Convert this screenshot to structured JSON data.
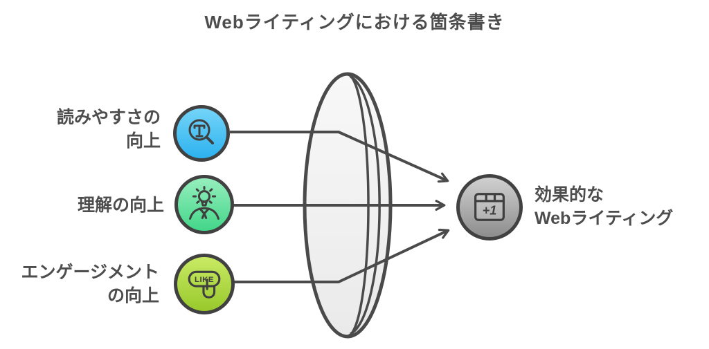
{
  "title": "Webライティングにおける箇条書き",
  "items": [
    {
      "label": "読みやすさの\n向上",
      "icon": "text-magnifier-icon",
      "icon_color_top": "#74d4f8",
      "icon_color_bottom": "#2db2ef"
    },
    {
      "label": "理解の向上",
      "icon": "idea-person-icon",
      "icon_color_top": "#96eebd",
      "icon_color_bottom": "#43d689"
    },
    {
      "label": "エンゲージメント\nの向上",
      "icon": "like-button-icon",
      "icon_text": "LIKE",
      "icon_color_top": "#c9ea64",
      "icon_color_bottom": "#98c92c"
    }
  ],
  "result": {
    "label": "効果的な\nWebライティング",
    "icon": "plus-one-window-icon",
    "badge_text": "+1",
    "icon_color_top": "#d0d0d0",
    "icon_color_bottom": "#8d8d8d"
  },
  "lens": {
    "shape": "convex-lens",
    "fill": "#f2f2f2",
    "stroke": "#4a4a4a"
  },
  "colors": {
    "text": "#4d4d4d",
    "connector": "#4a4a4a",
    "background": "#ffffff"
  }
}
